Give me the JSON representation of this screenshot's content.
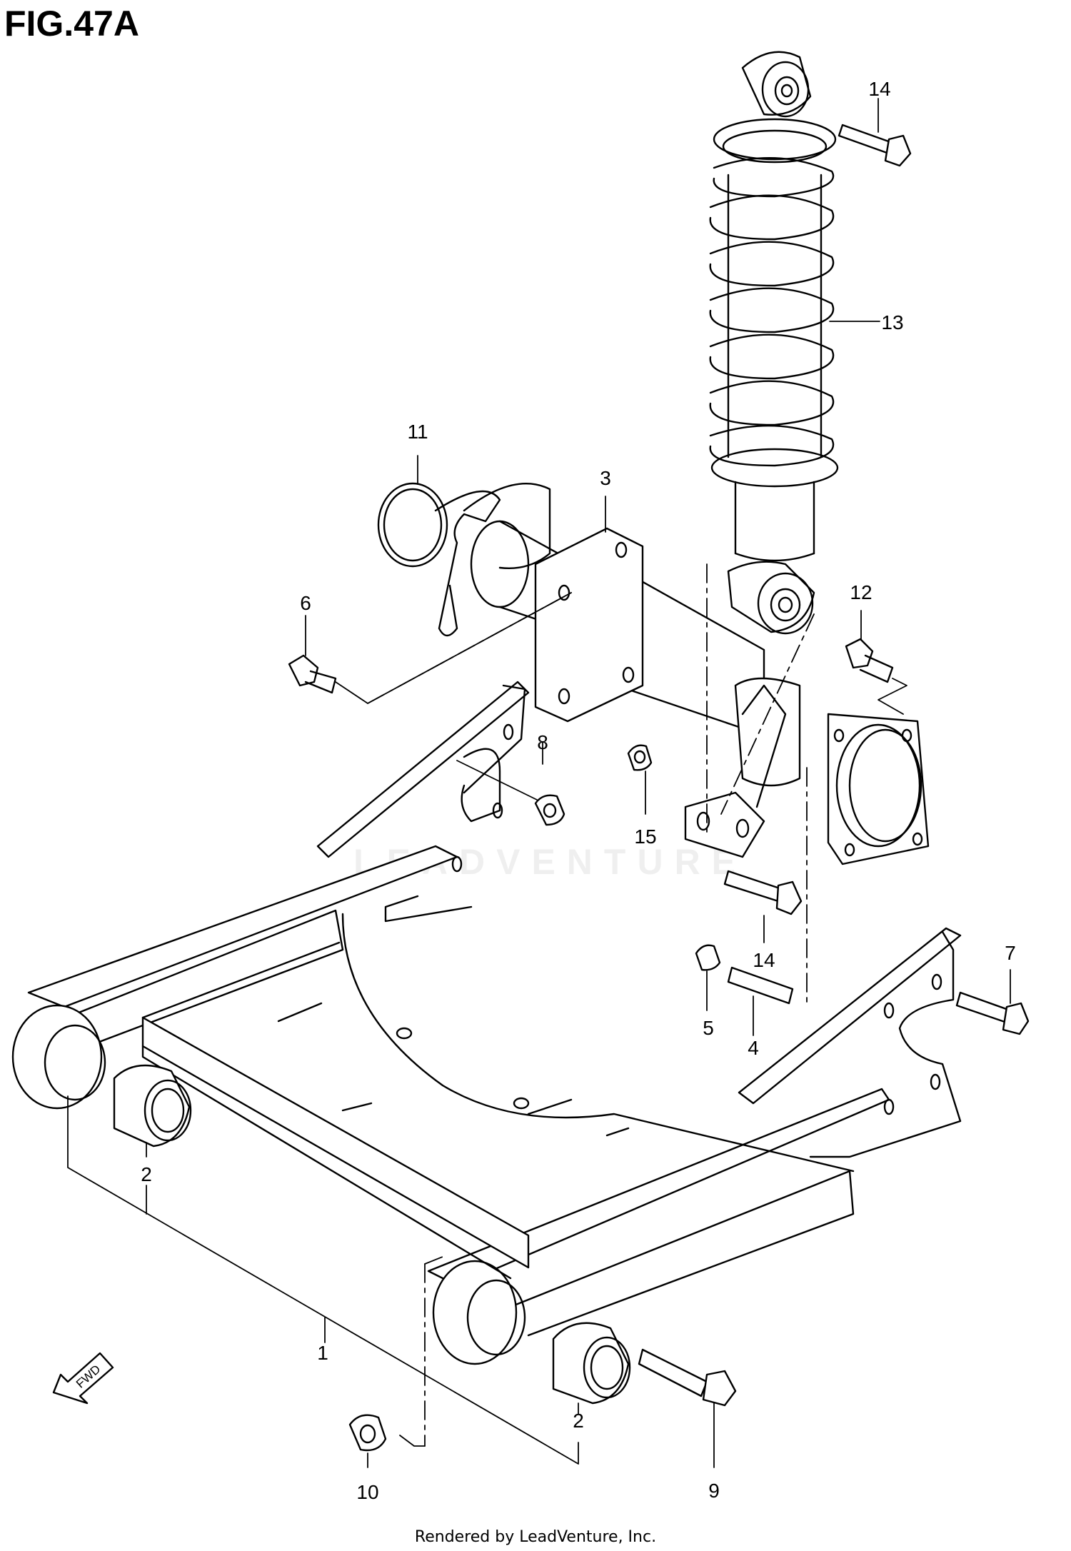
{
  "figure": {
    "title": "FIG.47A",
    "footer": "Rendered by LeadVenture, Inc.",
    "watermark": "LEADVENTURE"
  },
  "callouts": [
    {
      "id": "c1",
      "label": "1"
    },
    {
      "id": "c2a",
      "label": "2"
    },
    {
      "id": "c2b",
      "label": "2"
    },
    {
      "id": "c3",
      "label": "3"
    },
    {
      "id": "c4",
      "label": "4"
    },
    {
      "id": "c5",
      "label": "5"
    },
    {
      "id": "c6",
      "label": "6"
    },
    {
      "id": "c7",
      "label": "7"
    },
    {
      "id": "c8",
      "label": "8"
    },
    {
      "id": "c9",
      "label": "9"
    },
    {
      "id": "c10",
      "label": "10"
    },
    {
      "id": "c11",
      "label": "11"
    },
    {
      "id": "c12",
      "label": "12"
    },
    {
      "id": "c13",
      "label": "13"
    },
    {
      "id": "c14a",
      "label": "14"
    },
    {
      "id": "c14b",
      "label": "14"
    },
    {
      "id": "c15",
      "label": "15"
    }
  ],
  "fwd_arrow": {
    "label": "FWD"
  }
}
